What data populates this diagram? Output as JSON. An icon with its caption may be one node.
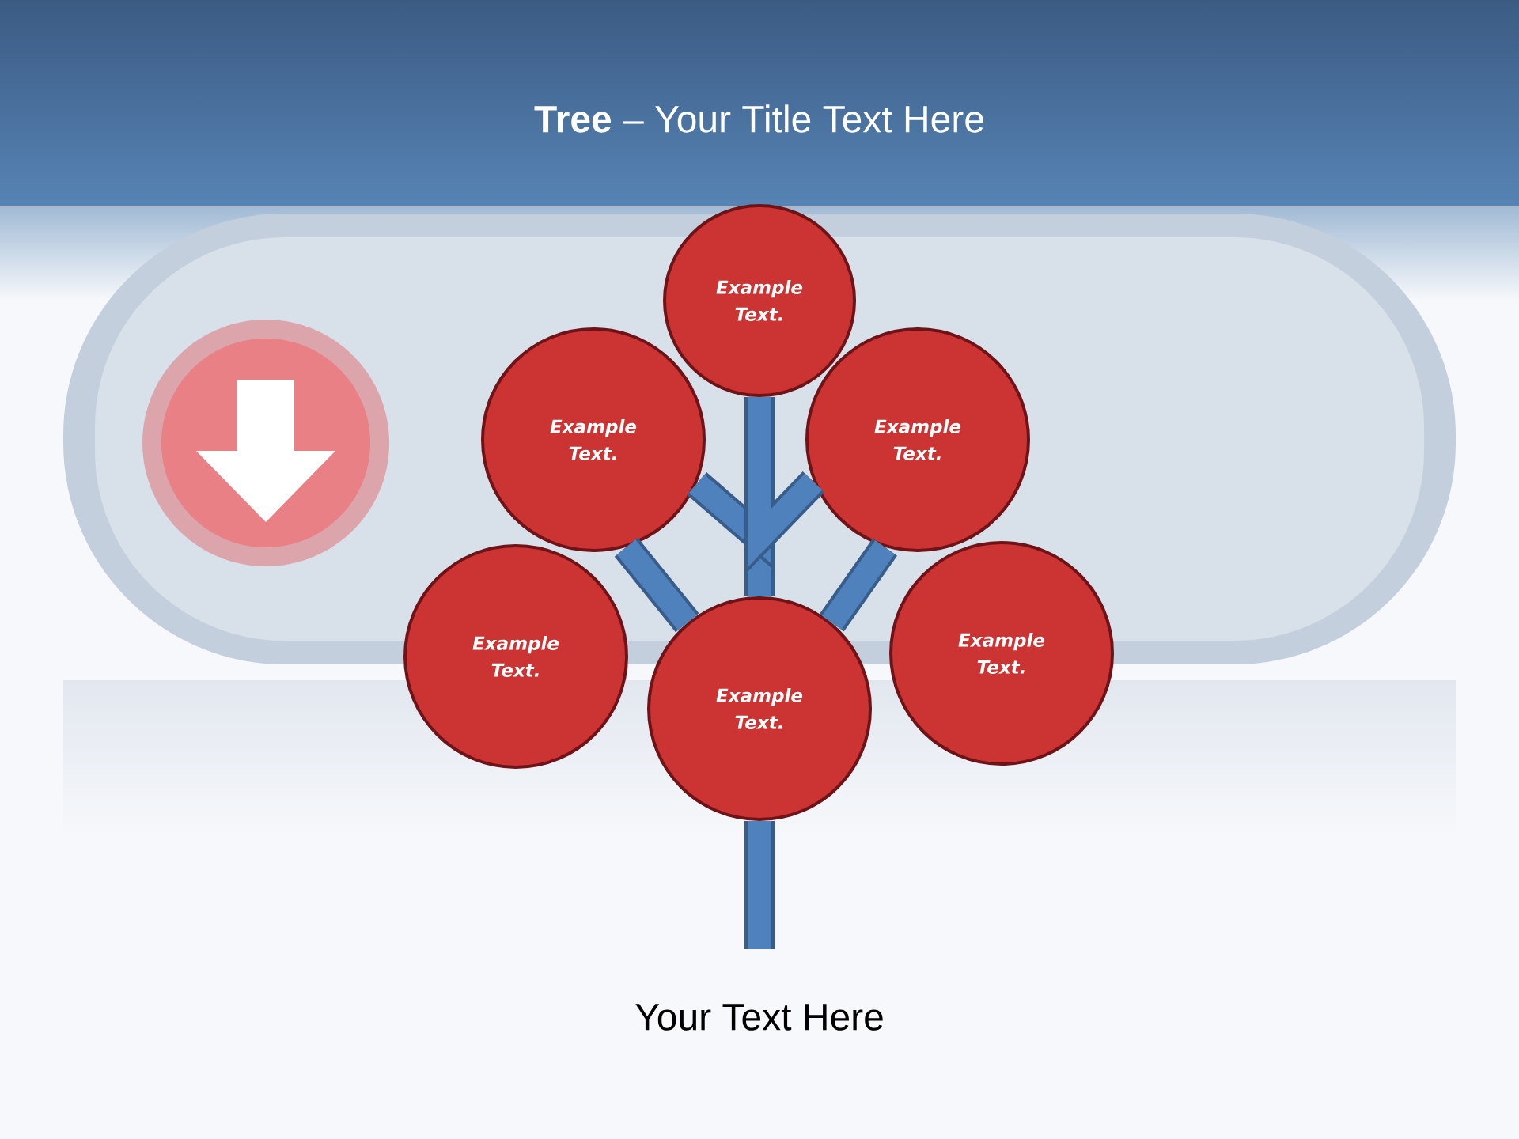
{
  "diagram": {
    "title": "**Tree** – Your Title Text Here",
    "nodes": [
      {
        "text": [
          "Example Text."
        ]
      },
      {
        "text": [
          "Example Text."
        ]
      },
      {
        "text": [
          "Example Text."
        ]
      },
      {
        "text": [
          "Example Text."
        ]
      },
      {
        "text": [
          "Example Text."
        ]
      },
      {
        "text": [
          "Example Text."
        ]
      }
    ],
    "edges": [
      {
        "from": 4,
        "to": 0,
        "arrow": "none"
      },
      {
        "from": 0,
        "to": 1,
        "arrow": "none"
      },
      {
        "from": 0,
        "to": 2,
        "arrow": "none"
      },
      {
        "from": 4,
        "to": 1,
        "arrow": "none"
      },
      {
        "from": 4,
        "to": 2,
        "arrow": "none"
      },
      {
        "from": 4,
        "to": null,
        "arrow": "none"
      }
    ],
    "labels": [
      "Your Text Here"
    ]
  }
}
